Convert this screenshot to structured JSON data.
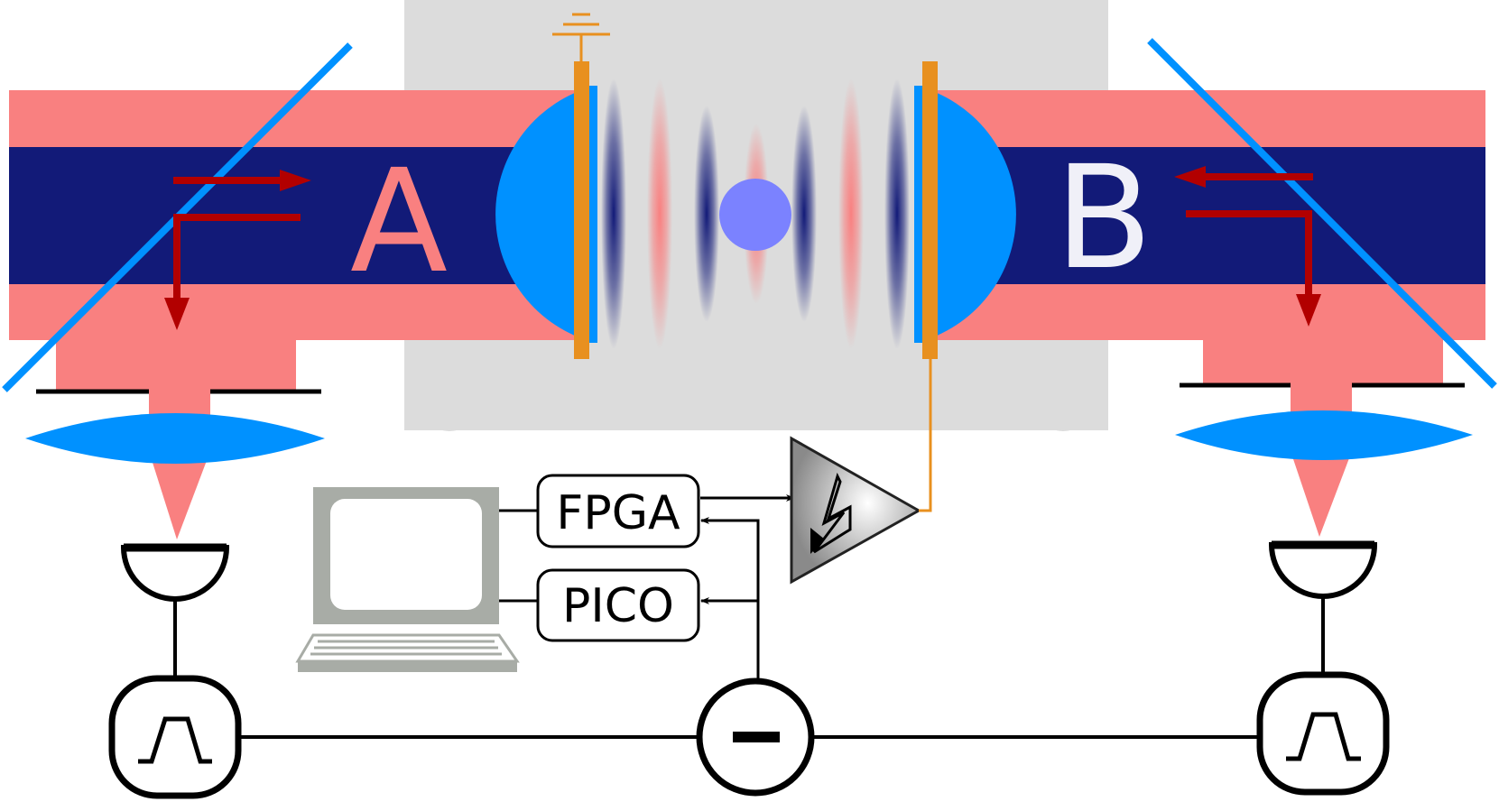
{
  "labels": {
    "port_a": "A",
    "port_b": "B",
    "fpga": "FPGA",
    "pico": "PICO"
  },
  "colors": {
    "beam_outer": "#f98080",
    "beam_core": "#121a78",
    "mirror_lens": "#0091ff",
    "electrode": "#e8901f",
    "chamber": "#dcdcdc",
    "arrow": "#b20000",
    "atom": "#7b82ff",
    "computer_gray": "#a8aca6",
    "ground_wire": "#e8901f"
  },
  "icons": {
    "ground": "ground-icon",
    "amplifier": "amplifier-icon",
    "detector": "photodetector-icon",
    "pulse": "pulse-icon",
    "subtractor": "minus-icon",
    "computer": "computer-icon"
  }
}
